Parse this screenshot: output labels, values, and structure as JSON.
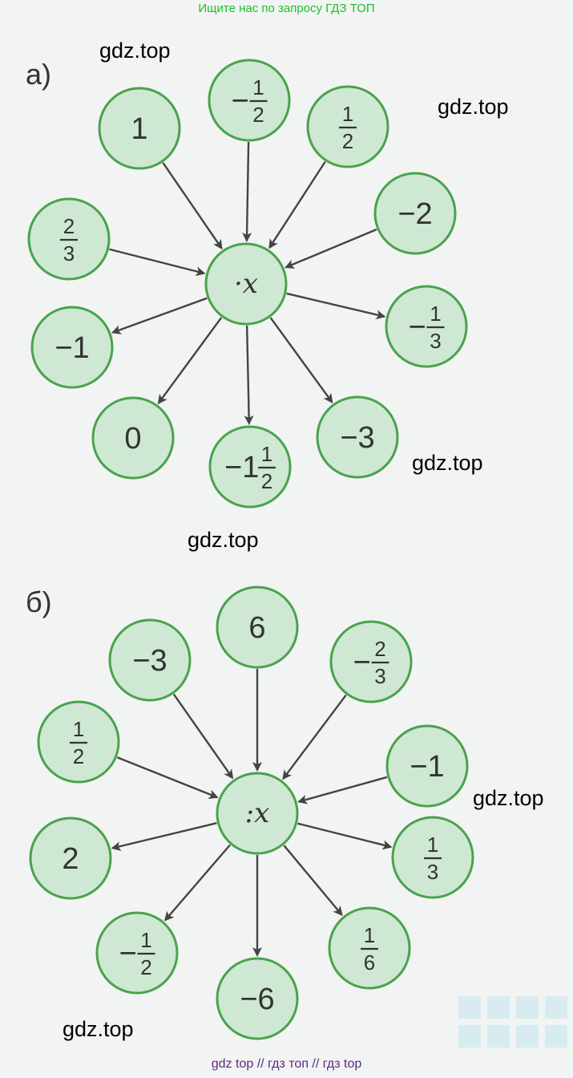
{
  "banner": "Ищите нас по запросу ГДЗ ТОП",
  "footer": "gdz top  //  гдз топ  //  гдз top",
  "watermarks": [
    "gdz.top",
    "gdz.top",
    "gdz.top",
    "gdz.top",
    "gdz.top",
    "gdz.top"
  ],
  "part_a": {
    "label": "а)",
    "center": "·x",
    "inputs": [
      "1",
      "-1/2",
      "1/2",
      "-2",
      "2/3"
    ],
    "outputs": [
      "-1",
      "0",
      "-1 1/2",
      "-3",
      "-1/3"
    ]
  },
  "part_b": {
    "label": "б)",
    "center": ":x",
    "inputs": [
      "-3",
      "6",
      "-2/3",
      "-1",
      "1/2"
    ],
    "outputs": [
      "2",
      "-1/2",
      "-6",
      "1/6",
      "1/3"
    ]
  },
  "colors": {
    "node_fill": "#cfe8d3",
    "node_stroke": "#4aa24d",
    "arrow": "#444444",
    "banner": "#1fbf2a",
    "footer": "#5b2a86"
  }
}
